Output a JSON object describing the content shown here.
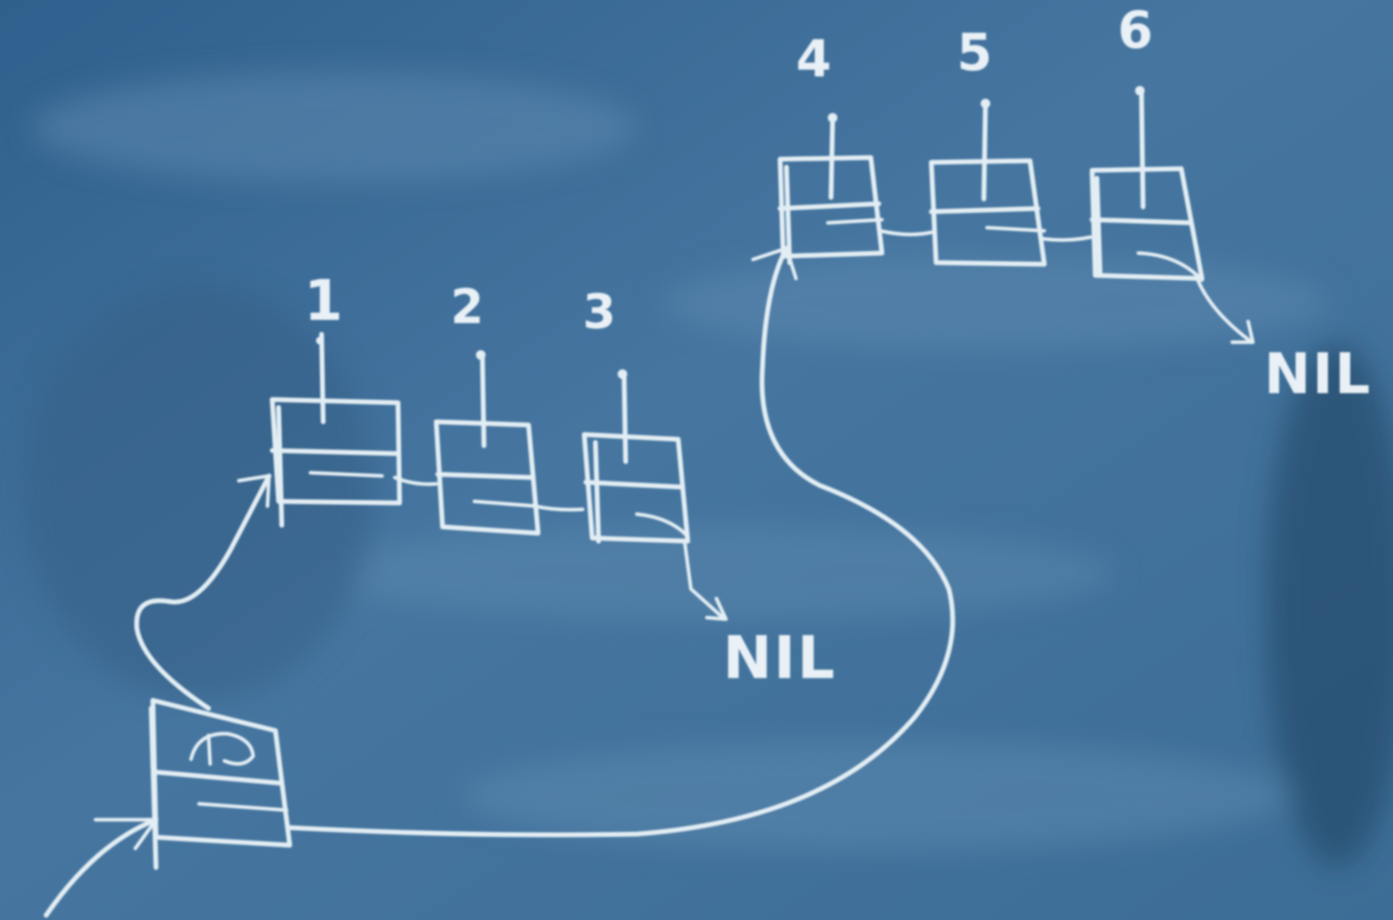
{
  "diagram": {
    "list_a": {
      "labels": [
        "1",
        "2",
        "3"
      ],
      "terminator": "NIL"
    },
    "list_b": {
      "labels": [
        "4",
        "5",
        "6"
      ],
      "terminator": "NIL"
    },
    "colors": {
      "board": "#3f6f98",
      "chalk": "#e3eef4"
    }
  }
}
